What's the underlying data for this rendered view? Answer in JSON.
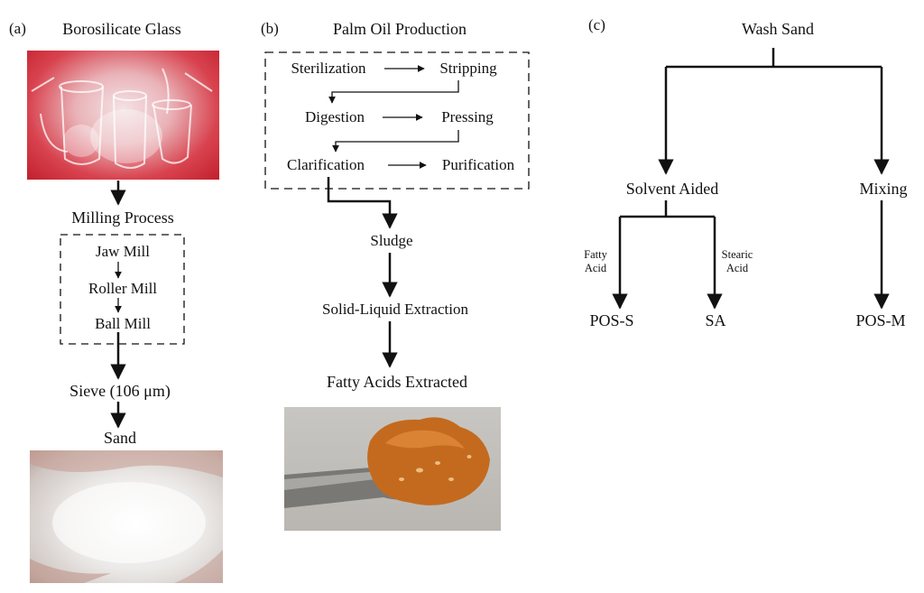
{
  "panel_a": {
    "label": "(a)",
    "title": "Borosilicate Glass",
    "milling_label": "Milling Process",
    "mills": [
      "Jaw Mill",
      "Roller Mill",
      "Ball Mill"
    ],
    "sieve": "Sieve (106 μm)",
    "sand": "Sand"
  },
  "panel_b": {
    "label": "(b)",
    "title": "Palm Oil Production",
    "steps": {
      "sterilization": "Sterilization",
      "stripping": "Stripping",
      "digestion": "Digestion",
      "pressing": "Pressing",
      "clarification": "Clarification",
      "purification": "Purification"
    },
    "sludge": "Sludge",
    "extraction": "Solid-Liquid Extraction",
    "result": "Fatty Acids Extracted"
  },
  "panel_c": {
    "label": "(c)",
    "root": "Wash Sand",
    "solvent": "Solvent Aided",
    "mixing": "Mixing",
    "fatty_acid_edge": "Fatty\nAcid",
    "stearic_acid_edge": "Stearic\nAcid",
    "pos_s": "POS-S",
    "sa": "SA",
    "pos_m": "POS-M"
  }
}
